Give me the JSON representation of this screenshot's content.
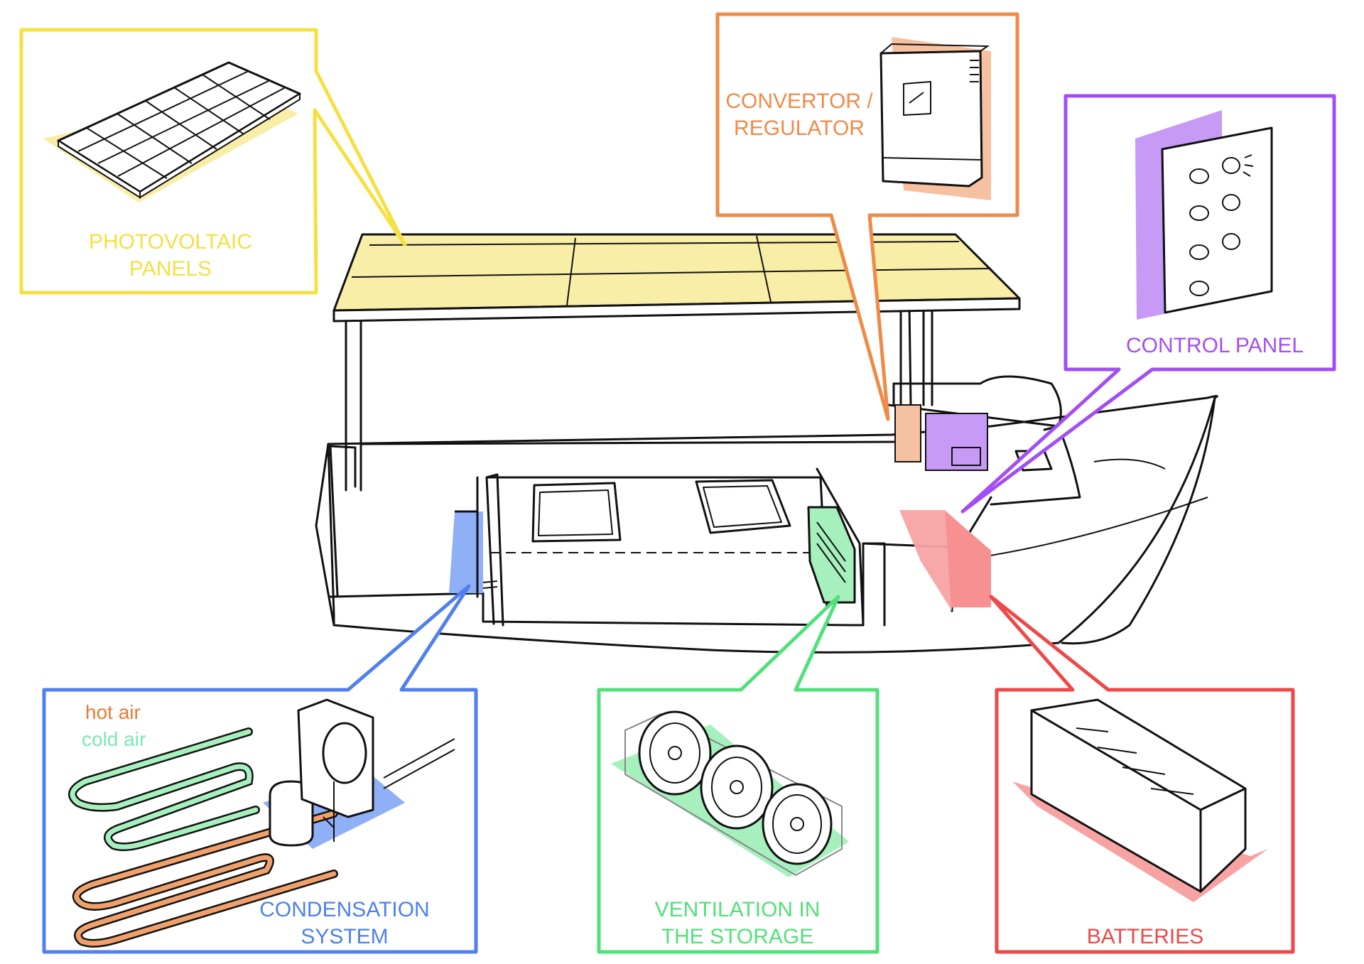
{
  "colors": {
    "photovoltaic": "#f5e042",
    "photovoltaic_fill": "#f9eea8",
    "convertor": "#ef8a47",
    "convertor_fill": "#f6c1a0",
    "control": "#a24ef5",
    "control_fill": "#c69af5",
    "condensation": "#4f80ee",
    "condensation_fill": "#8fb0f6",
    "ventilation": "#52e07a",
    "ventilation_fill": "#a6f0be",
    "batteries": "#ef4848",
    "batteries_fill": "#f8a3a3",
    "hot_air": "#e87b34",
    "cold_air": "#7ae8b0",
    "line": "#111111"
  },
  "labels": {
    "photovoltaic": [
      "PHOTOVOLTAIC",
      "PANELS"
    ],
    "convertor": [
      "CONVERTOR /",
      "REGULATOR"
    ],
    "control_panel": [
      "CONTROL PANEL"
    ],
    "condensation": [
      "CONDENSATION",
      "SYSTEM"
    ],
    "ventilation": [
      "VENTILATION IN",
      "THE STORAGE"
    ],
    "batteries": [
      "BATTERIES"
    ],
    "hot_air": "hot air",
    "cold_air": "cold air"
  }
}
